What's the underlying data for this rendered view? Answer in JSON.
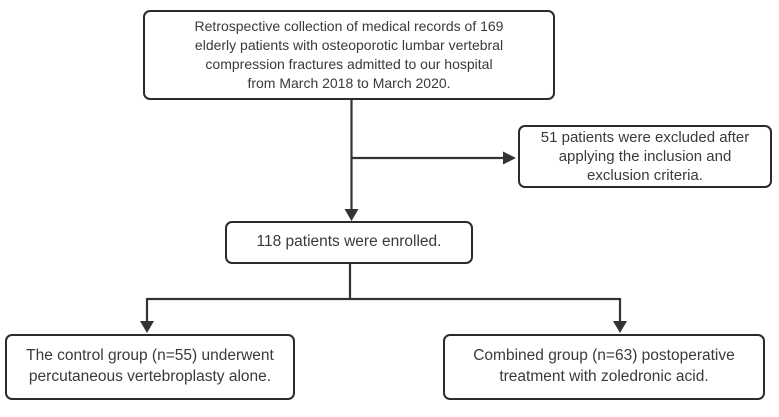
{
  "flowchart": {
    "nodes": {
      "collection": {
        "lines": [
          "Retrospective collection of medical records of 169",
          "elderly patients with osteoporotic lumbar vertebral",
          "compression fractures admitted to our hospital",
          "from March 2018 to March 2020."
        ]
      },
      "excluded": {
        "lines": [
          "51 patients were excluded after",
          "applying the inclusion and",
          "exclusion criteria."
        ]
      },
      "enrolled": {
        "lines": [
          "118 patients were enrolled."
        ]
      },
      "control": {
        "lines": [
          "The control group (n=55) underwent",
          "percutaneous vertebroplasty alone."
        ]
      },
      "combined": {
        "lines": [
          "Combined group (n=63) postoperative",
          "treatment with zoledronic acid."
        ]
      }
    },
    "colors": {
      "box_border": "#2b2b2b",
      "text": "#3a3a3a",
      "connector": "#333333",
      "background": "#ffffff"
    }
  }
}
